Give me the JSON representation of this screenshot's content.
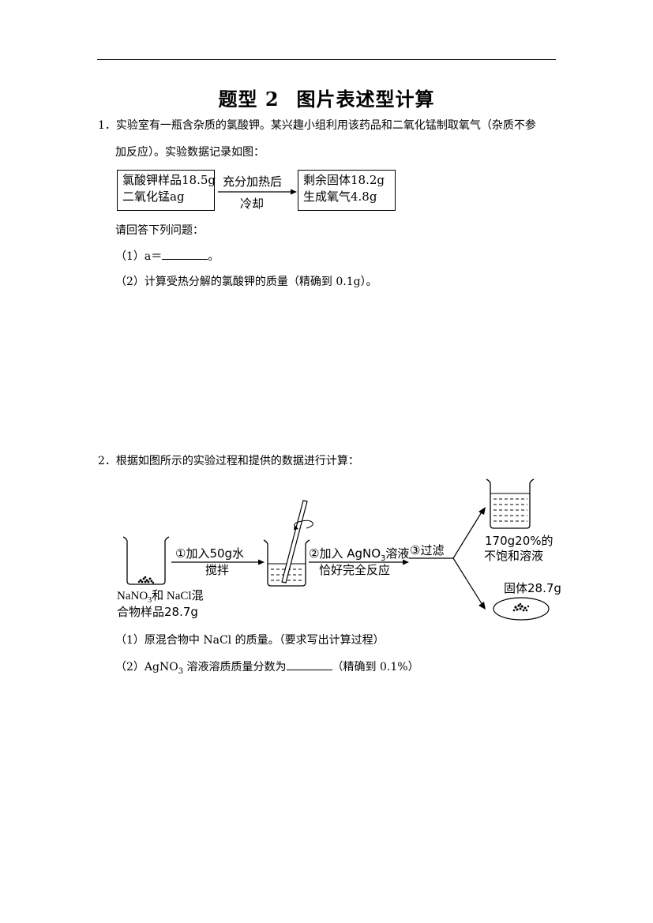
{
  "doc": {
    "title_part1": "题型 2",
    "title_part2": "图片表述型计算"
  },
  "q1": {
    "number": "1．",
    "text_line1": "实验室有一瓶含杂质的氯酸钾。某兴趣小组利用该药品和二氧化锰制取氧气（杂质不参",
    "text_line2": "加反应）。实验数据记录如图：",
    "box_left_line1": "氯酸钾样品18.5g",
    "box_left_line2": "二氧化锰ag",
    "arrow_top": "充分加热后",
    "arrow_bottom": "冷却",
    "box_right_line1": "剩余固体18.2g",
    "box_right_line2": "生成氧气4.8g",
    "prompt": "请回答下列问题：",
    "sub1_prefix": "（1）a＝",
    "sub1_suffix": "。",
    "sub2": "（2）计算受热分解的氯酸钾的质量（精确到 0.1g）。"
  },
  "q2": {
    "number": "2．",
    "text": "根据如图所示的实验过程和提供的数据进行计算：",
    "step1_top": "①加入50g水",
    "step1_bottom": "搅拌",
    "step2_top": "②加入 AgNO",
    "step2_top_sub": "3",
    "step2_top_end": "溶液",
    "step2_bottom": "恰好完全反应",
    "step3": "③过滤",
    "sample_line1": "NaNO",
    "sample_line1_sub": "3",
    "sample_line1_end": "和 NaCl混",
    "sample_line2": "合物样品28.7g",
    "result_line1": "170g20%的",
    "result_line2": "不饱和溶液",
    "solid_label": "固体28.7g",
    "sub1": "（1）原混合物中 NaCl 的质量。（要求写出计算过程）",
    "sub2_prefix": "（2）AgNO",
    "sub2_sub": "3",
    "sub2_mid": " 溶液溶质质量分数为",
    "sub2_suffix": "（精确到 0.1%）"
  }
}
